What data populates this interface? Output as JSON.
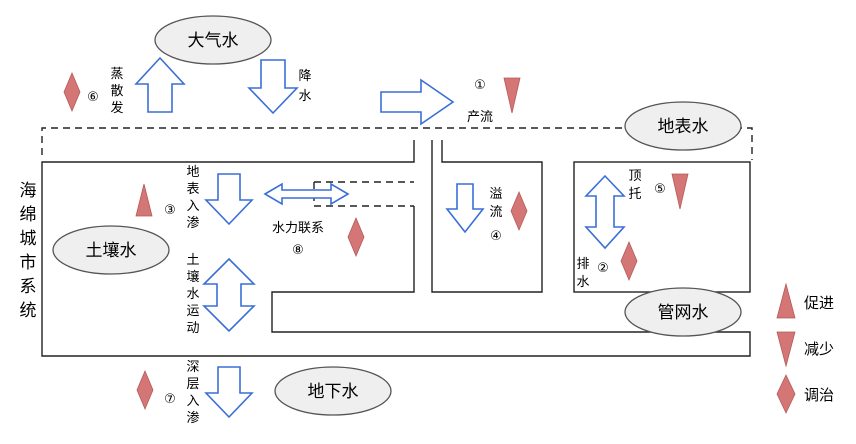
{
  "nodes": {
    "atmospheric_water": "大气水",
    "surface_water": "地表水",
    "soil_water": "土壤水",
    "pipe_network_water": "管网水",
    "groundwater": "地下水"
  },
  "system_label": "海绵城市系统",
  "processes": {
    "evaporation": {
      "num": "⑥",
      "label": "蒸散发"
    },
    "precipitation": {
      "label": "降水"
    },
    "runoff": {
      "num": "①",
      "label": "产流"
    },
    "surface_infiltration": {
      "num": "③",
      "label": "地表入渗"
    },
    "soil_water_movement": {
      "label": "土壤水运动"
    },
    "hydraulic_connection": {
      "num": "⑧",
      "label": "水力联系"
    },
    "overflow": {
      "num": "④",
      "label": "溢流"
    },
    "backflow": {
      "num": "⑤",
      "label": "顶托"
    },
    "drainage": {
      "num": "②",
      "label": "排水"
    },
    "deep_percolation": {
      "num": "⑦",
      "label": "深层入渗"
    }
  },
  "legend": {
    "promote": "促进",
    "reduce": "减少",
    "regulate": "调治"
  },
  "colors": {
    "arrow_stroke": "#3a6fd8",
    "marker_fill": "#d47676",
    "node_fill": "#efefef"
  }
}
